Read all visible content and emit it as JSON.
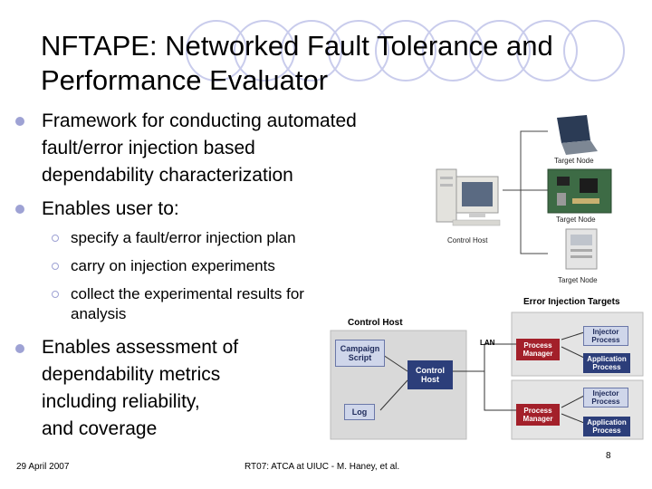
{
  "slide": {
    "title_line1": "NFTAPE: Networked Fault Tolerance and",
    "title_line2": "Performance Evaluator",
    "bullets": [
      {
        "lines": [
          "Framework for conducting automated",
          "fault/error injection based",
          "dependability characterization"
        ]
      },
      {
        "lines": [
          "Enables user to:"
        ]
      },
      {
        "lines": [
          "Enables assessment of",
          "dependability metrics",
          "including reliability,",
          "and coverage"
        ]
      }
    ],
    "sub_bullets": [
      {
        "lines": [
          "specify a fault/error injection plan"
        ]
      },
      {
        "lines": [
          "carry on injection experiments"
        ]
      },
      {
        "lines": [
          "collect the experimental results for",
          "analysis"
        ]
      }
    ]
  },
  "figure_top": {
    "control_host_label": "Control Host",
    "target_node_label": "Target Node"
  },
  "figure_bottom": {
    "control_host_title": "Control Host",
    "campaign_script": "Campaign Script",
    "control_host_box": "Control Host",
    "log": "Log",
    "lan": "LAN",
    "targets_title": "Error Injection Targets",
    "process_manager": "Process Manager",
    "injector_process": "Injector Process",
    "application_process": "Application Process"
  },
  "footer": {
    "date": "29 April 2007",
    "center": "RT07: ATCA at UIUC - M. Haney, et al.",
    "page_number": "8"
  },
  "colors": {
    "bullet": "#9ea2d4",
    "deco": "#c9ccec",
    "process_box": "#a3202a",
    "blue_box": "#2c3e7a",
    "light_box": "#cfd6ea"
  }
}
